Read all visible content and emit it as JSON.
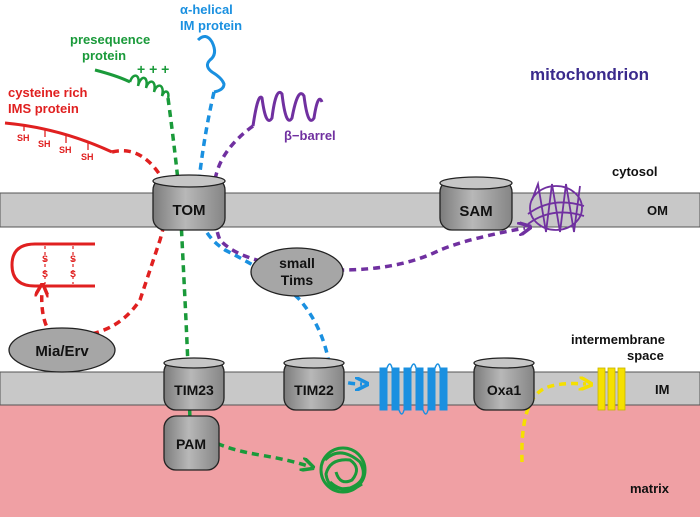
{
  "title": "mitochondrion",
  "regions": {
    "cytosol": "cytosol",
    "om": "OM",
    "ims_line1": "intermembrane",
    "ims_line2": "space",
    "im": "IM",
    "matrix": "matrix"
  },
  "complexes": {
    "tom": "TOM",
    "sam": "SAM",
    "small_tims_line1": "small",
    "small_tims_line2": "Tims",
    "mia_erv": "Mia/Erv",
    "tim23": "TIM23",
    "tim22": "TIM22",
    "oxa1": "Oxa1",
    "pam": "PAM"
  },
  "substrates": {
    "alpha_helical_line1": "α-helical",
    "alpha_helical_line2": "IM protein",
    "presequence_line1": "presequence",
    "presequence_line2": "protein",
    "presequence_charges": "+ + +",
    "beta_barrel": "β−barrel",
    "cysteine_line1": "cysteine rich",
    "cysteine_line2": "IMS protein",
    "sh": "SH",
    "s": "S"
  },
  "colors": {
    "membrane": "#c8c8c8",
    "matrix": "#f0a0a4",
    "complex": "#a6a6a6",
    "red": "#e02020",
    "green": "#1a9a3a",
    "blue": "#1a90e0",
    "purple": "#7030a0",
    "yellow": "#f5e000",
    "title": "#3a2a8c"
  }
}
